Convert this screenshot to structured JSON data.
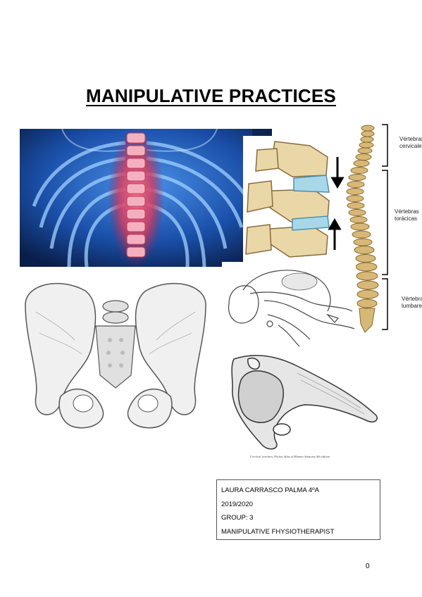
{
  "title": "MANIPULATIVE PRACTICES",
  "figures": {
    "back_xray": {
      "icon": "spine-xray-illustration"
    },
    "vertebrae_disc": {
      "icon": "vertebrae-disc-illustration"
    },
    "spine_column": {
      "icon": "spinal-column-illustration",
      "labels": {
        "cervical": "Vértebras cervicales",
        "thoracic": "Vértebras torácicas",
        "lumbar": "Vértebras lumbares"
      }
    },
    "pelvis": {
      "icon": "pelvis-illustration"
    },
    "manipulation": {
      "icon": "cervical-manipulation-illustration"
    },
    "atlas": {
      "icon": "atlas-vertebra-illustration",
      "caption": "Cervical vertebra, Pocket Atlas of Human Anatomy 4th edition"
    }
  },
  "info": {
    "author": "LAURA CARRASCO PALMA 4ºA",
    "year": "2019/2020",
    "group": "GROUP: 3",
    "role": "MANIPULATIVE FHYSIOTHERAPIST"
  },
  "page_number": "0"
}
